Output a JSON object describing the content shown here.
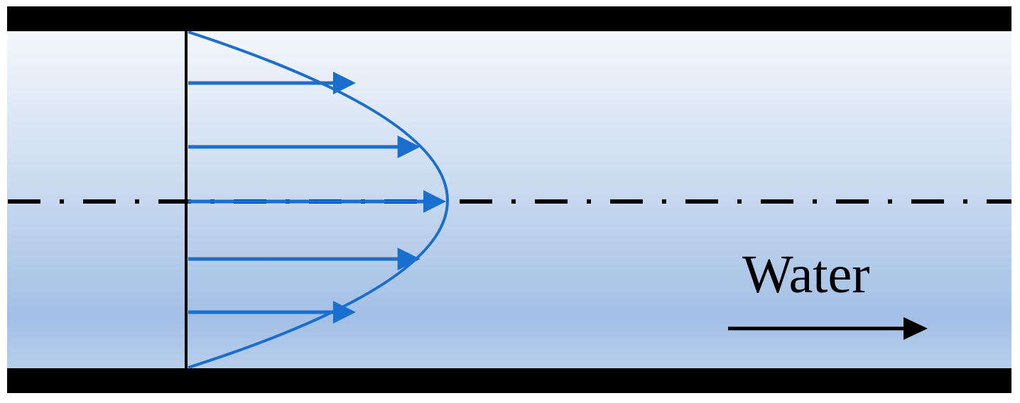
{
  "diagram": {
    "label": "Water",
    "colors": {
      "pipe_wall": "#000000",
      "profile": "#1a6fce",
      "water_top": "#f4f7fc",
      "water_mid": "#c6d8ef",
      "water_low": "#a3bfe5",
      "water_bottom": "#b8ceec"
    },
    "velocity_profile": "parabolic",
    "relative_velocities": [
      0.65,
      0.9,
      1.0,
      0.9,
      0.65
    ]
  }
}
